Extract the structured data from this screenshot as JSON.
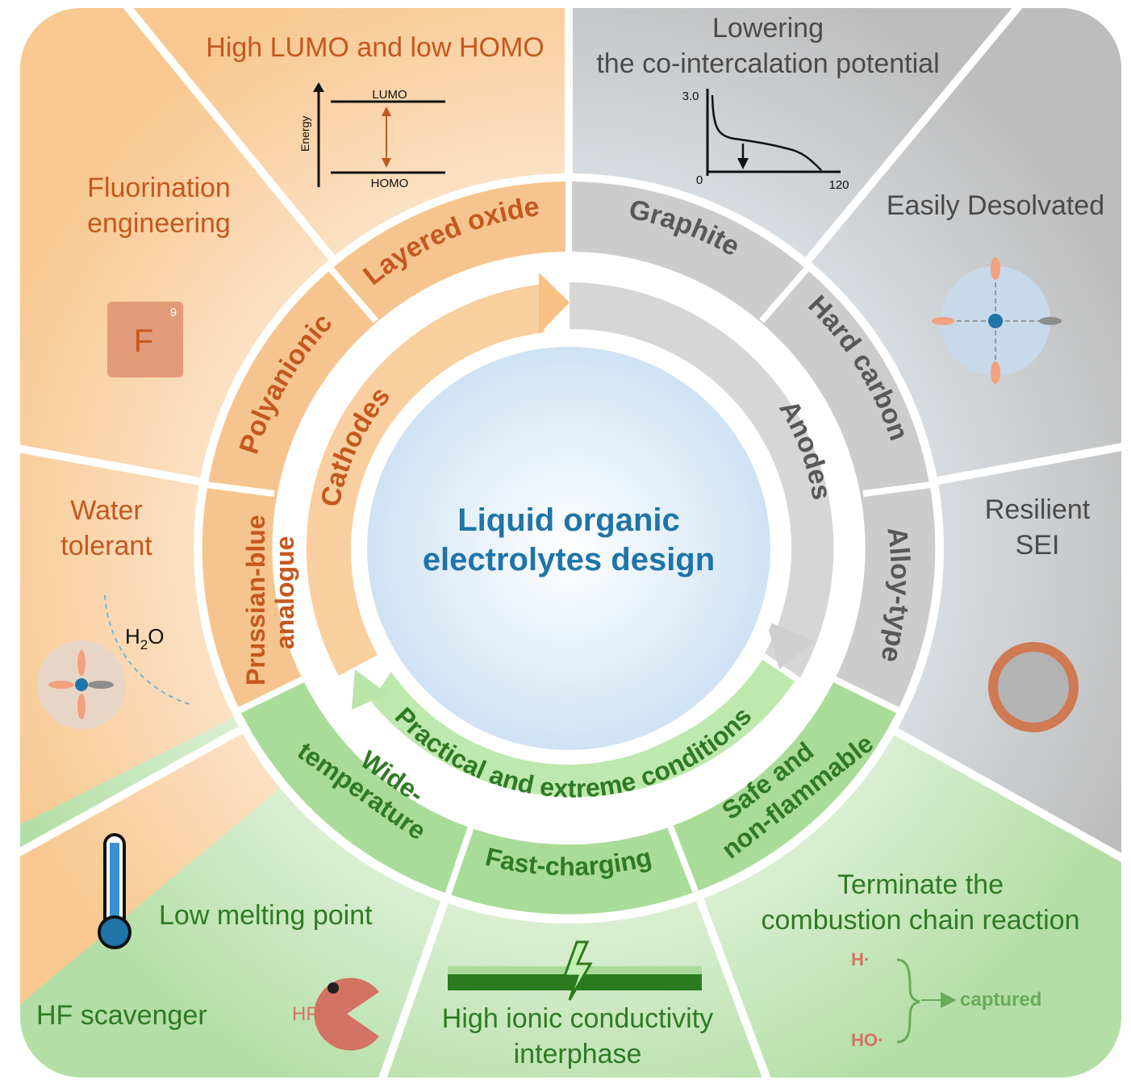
{
  "center": {
    "line1": "Liquid organic",
    "line2": "electrolytes design"
  },
  "inner_ring": {
    "cathodes": "Cathodes",
    "anodes": "Anodes",
    "conditions": "Practical and extreme conditions"
  },
  "outer_ring": {
    "layered_oxide": "Layered oxide",
    "polyanionic": "Polyanionic",
    "prussian_line1": "Prussian-blue",
    "prussian_line2": "analogue",
    "graphite": "Graphite",
    "hard_carbon": "Hard carbon",
    "alloy_type": "Alloy-type",
    "wide_line1": "Wide-",
    "wide_line2": "temperature",
    "fast_charging": "Fast-charging",
    "safe_line1": "Safe and",
    "safe_line2": "non-flammable"
  },
  "panels": {
    "homo_lumo": {
      "title": "High LUMO and low HOMO",
      "lumo": "LUMO",
      "homo": "HOMO",
      "energy": "Energy"
    },
    "fluorination": {
      "line1": "Fluorination",
      "line2": "engineering",
      "element_symbol": "F",
      "atomic_number": "9"
    },
    "water": {
      "line1": "Water",
      "line2": "tolerant",
      "h2o_h": "H",
      "h2o_sub": "2",
      "h2o_o": "O"
    },
    "cointercalation": {
      "line1": "Lowering",
      "line2": "the co-intercalation potential",
      "y_tick": "3.0",
      "x_tick_start": "0",
      "x_tick_end": "120"
    },
    "desolvated": {
      "label": "Easily Desolvated"
    },
    "sei": {
      "line1": "Resilient",
      "line2": "SEI"
    },
    "low_melting": {
      "label": "Low melting point"
    },
    "hf": {
      "label": "HF scavenger",
      "badge": "HF"
    },
    "conductivity": {
      "line1": "High ionic conductivity",
      "line2": "interphase"
    },
    "combustion": {
      "line1": "Terminate the",
      "line2": "combustion chain reaction",
      "radical1": "H·",
      "radical2": "HO·",
      "captured": "captured"
    }
  },
  "colors": {
    "orange_text": "#c4581f",
    "gray_text": "#4a4a4a",
    "green_text": "#2f7a24",
    "center_text": "#1f74a8"
  }
}
